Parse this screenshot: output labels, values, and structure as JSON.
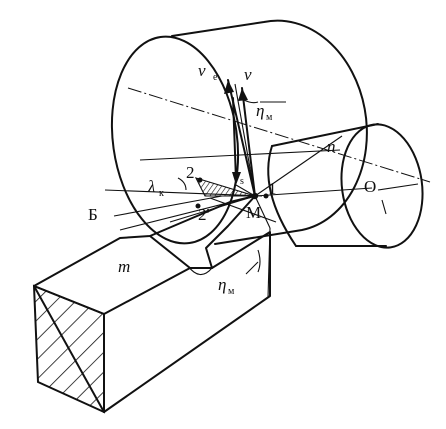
{
  "labels": {
    "ve": "v",
    "ve_sub": "e",
    "v": "v",
    "vs": "v",
    "vs_sub": "s",
    "eta_top": "η",
    "eta_top_sub": "м",
    "eta_bottom": "η",
    "eta_bottom_sub": "м",
    "lambda": "λ",
    "lambda_sub": "к",
    "n": "n",
    "O": "O",
    "M": "M",
    "point1": "1",
    "point2": "2",
    "point2p": "2'",
    "B": "Б",
    "m": "m"
  }
}
